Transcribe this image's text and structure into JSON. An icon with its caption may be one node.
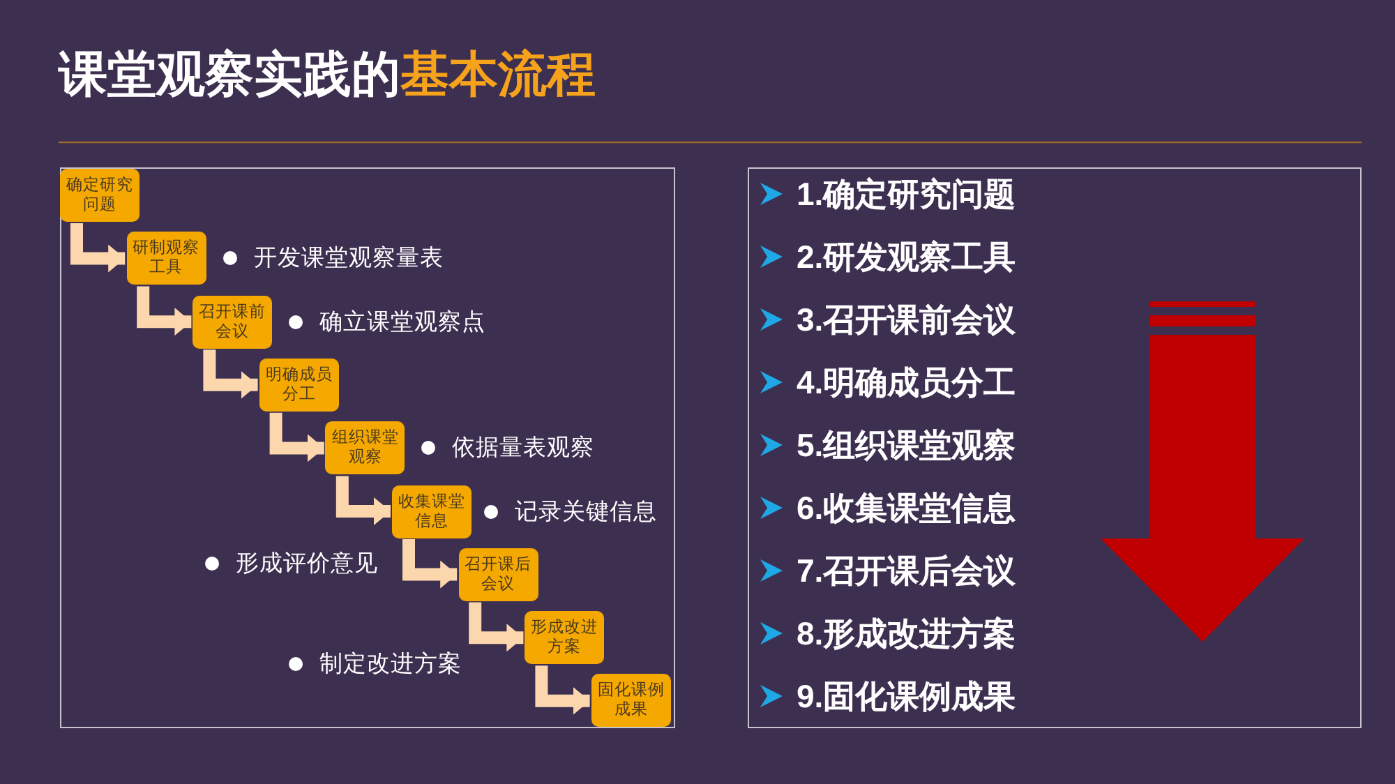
{
  "diagram": {
    "title": "课堂观察实践的**基本流程**",
    "nodes": [
      {
        "text": [
          "确定研究问题"
        ]
      },
      {
        "text": [
          "研制观察工具"
        ]
      },
      {
        "text": [
          "召开课前会议"
        ]
      },
      {
        "text": [
          "明确成员分工"
        ]
      },
      {
        "text": [
          "组织课堂观察"
        ]
      },
      {
        "text": [
          "收集课堂信息"
        ]
      },
      {
        "text": [
          "召开课后会议"
        ]
      },
      {
        "text": [
          "形成改进方案"
        ]
      },
      {
        "text": [
          "固化课例成果"
        ]
      }
    ],
    "edges": [
      {
        "from": 0,
        "to": 1,
        "arrow": "to"
      },
      {
        "from": 1,
        "to": 2,
        "arrow": "to"
      },
      {
        "from": 2,
        "to": 3,
        "arrow": "to"
      },
      {
        "from": 3,
        "to": 4,
        "arrow": "to"
      },
      {
        "from": 4,
        "to": 5,
        "arrow": "to"
      },
      {
        "from": 5,
        "to": 6,
        "arrow": "to"
      },
      {
        "from": 6,
        "to": 7,
        "arrow": "to"
      },
      {
        "from": 7,
        "to": 8,
        "arrow": "to"
      }
    ],
    "labels": [
      "开发课堂观察量表",
      "确立课堂观察点",
      "依据量表观察",
      "记录关键信息",
      "形成评价意见",
      "制定改进方案",
      "1.确定研究问题",
      "2.研发观察工具",
      "3.召开课前会议",
      "4.明确成员分工",
      "5.组织课堂观察",
      "6.收集课堂信息",
      "7.召开课后会议",
      "8.形成改进方案",
      "9.固化课例成果"
    ]
  }
}
